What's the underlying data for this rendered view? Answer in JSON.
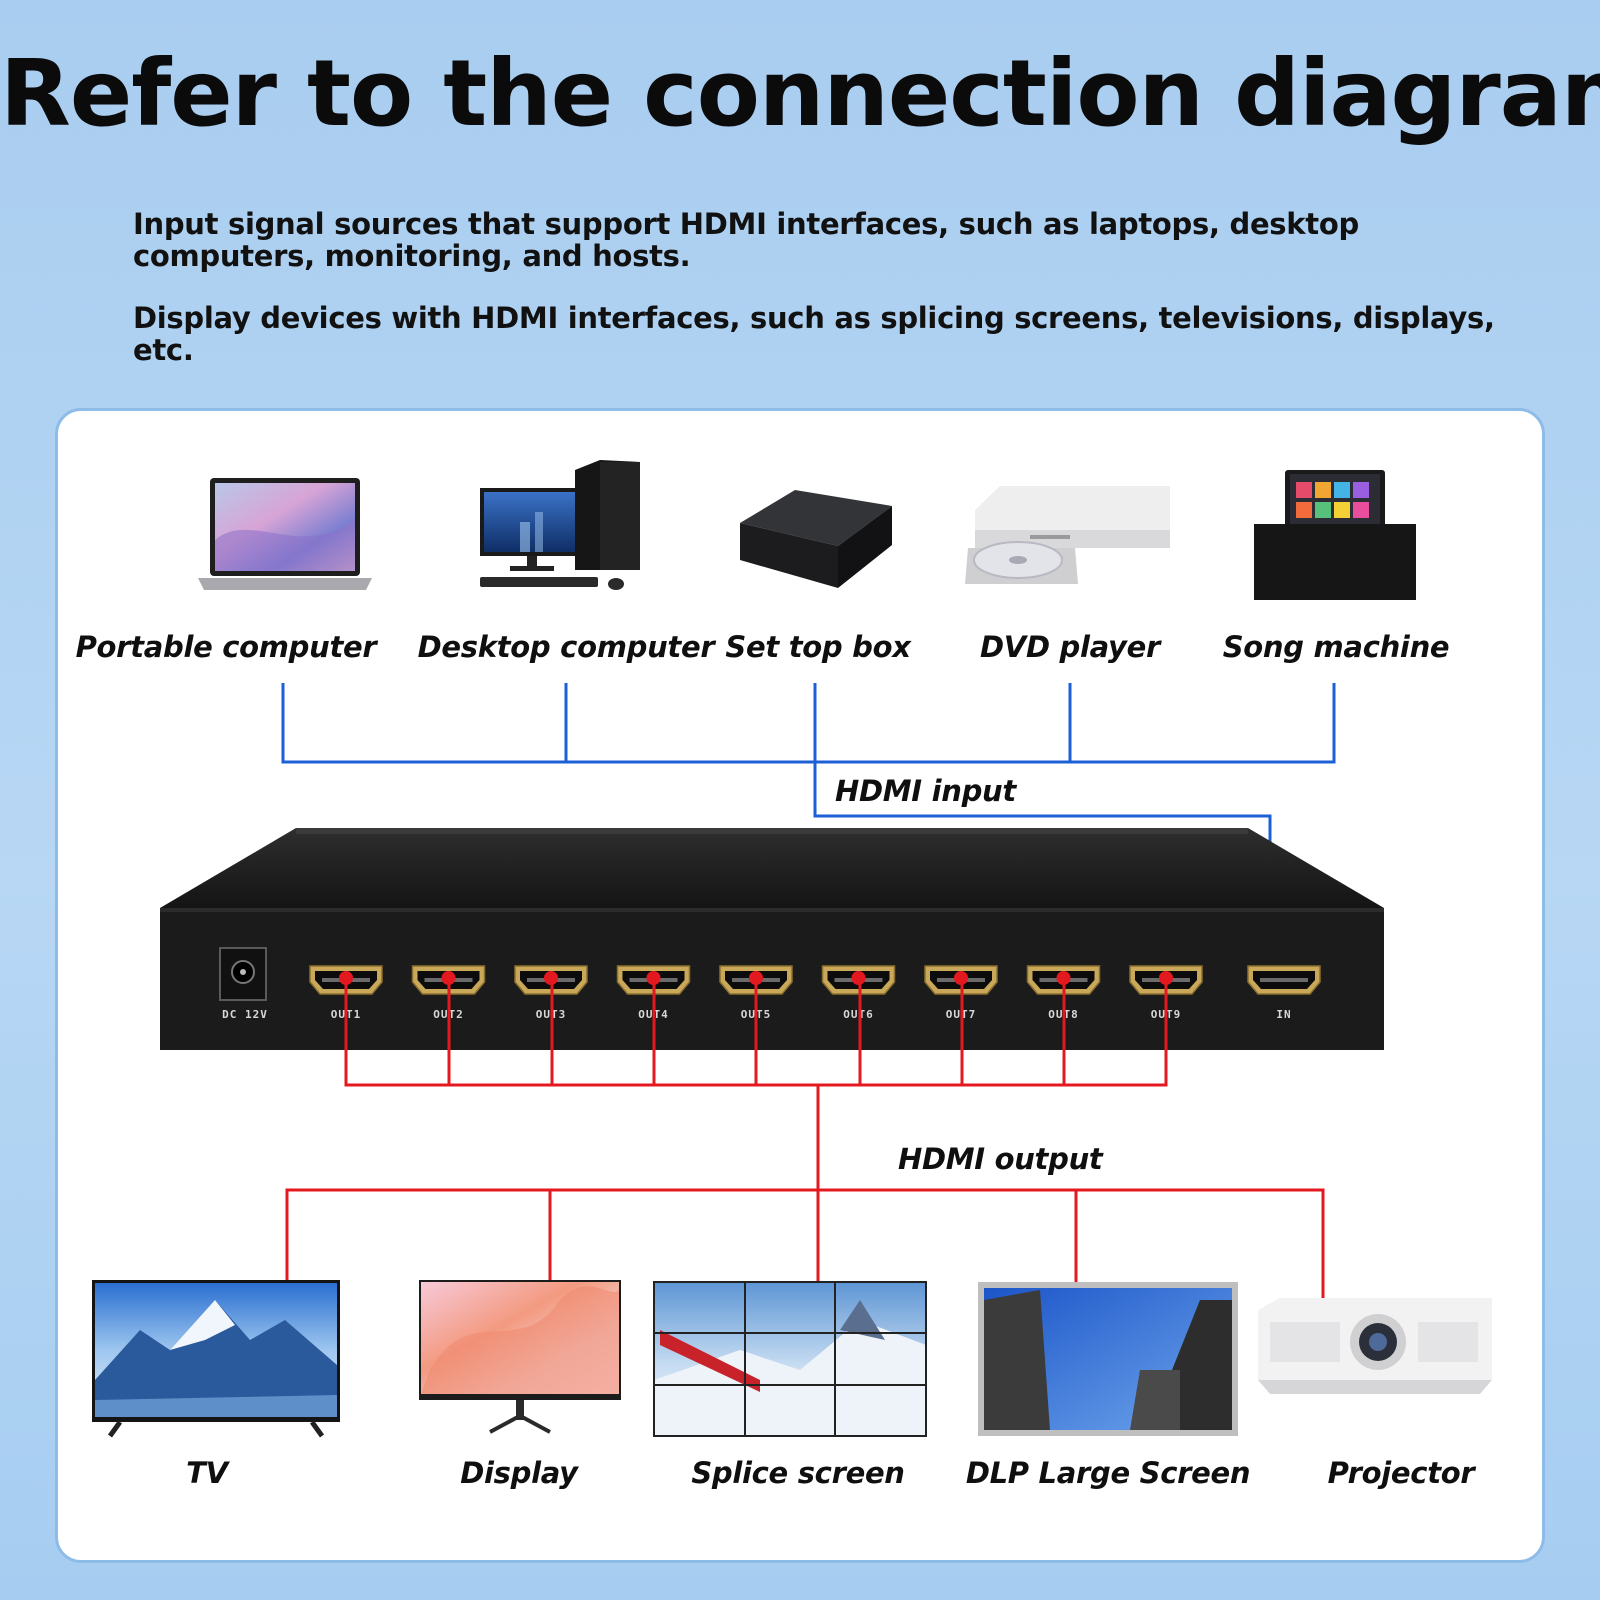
{
  "title": "Refer to the connection diagram",
  "descriptions": {
    "input": "Input signal sources that support HDMI interfaces, such as laptops, desktop computers, monitoring, and hosts.",
    "output": "Display devices with HDMI interfaces, such as splicing screens, televisions, displays, etc."
  },
  "sources": [
    {
      "label": "Portable computer",
      "icon": "laptop-icon"
    },
    {
      "label": "Desktop computer",
      "icon": "desktop-computer-icon"
    },
    {
      "label": "Set top box",
      "icon": "set-top-box-icon"
    },
    {
      "label": "DVD player",
      "icon": "dvd-player-icon"
    },
    {
      "label": "Song machine",
      "icon": "song-machine-icon"
    }
  ],
  "hdmi_input_label": "HDMI input",
  "hdmi_output_label": "HDMI output",
  "device": {
    "power_label": "DC 12V",
    "output_ports": [
      "OUT1",
      "OUT2",
      "OUT3",
      "OUT4",
      "OUT5",
      "OUT6",
      "OUT7",
      "OUT8",
      "OUT9"
    ],
    "input_port": "IN"
  },
  "displays": [
    {
      "label": "TV",
      "icon": "tv-icon"
    },
    {
      "label": "Display",
      "icon": "monitor-icon"
    },
    {
      "label": "Splice screen",
      "icon": "video-wall-icon"
    },
    {
      "label": "DLP Large Screen",
      "icon": "dlp-screen-icon"
    },
    {
      "label": "Projector",
      "icon": "projector-icon"
    }
  ],
  "colors": {
    "input_line": "#1d5fd6",
    "output_line": "#e3191f",
    "device_body": "#1b1b1b"
  }
}
